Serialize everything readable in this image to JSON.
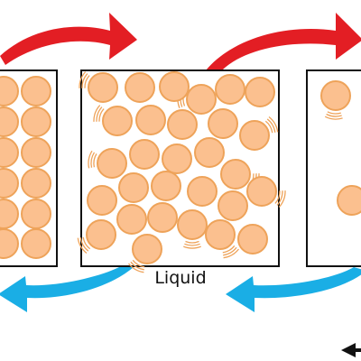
{
  "labels": {
    "liquid": "Liquid"
  },
  "panels": [
    "solid",
    "liquid",
    "gas"
  ],
  "arrows": {
    "top": {
      "meaning": "heating",
      "count": 2
    },
    "bottom": {
      "meaning": "cooling",
      "count": 2
    },
    "corner_partial": {
      "direction": "left"
    }
  },
  "colors": {
    "particle_fill": "#FBC08F",
    "particle_stroke": "#EEA35A",
    "panel_border": "#111111",
    "heating_arrow": "#E31E24",
    "cooling_arrow": "#1AAEE5",
    "background": "#FFFFFF",
    "motion_lines": "#EEA35A"
  }
}
